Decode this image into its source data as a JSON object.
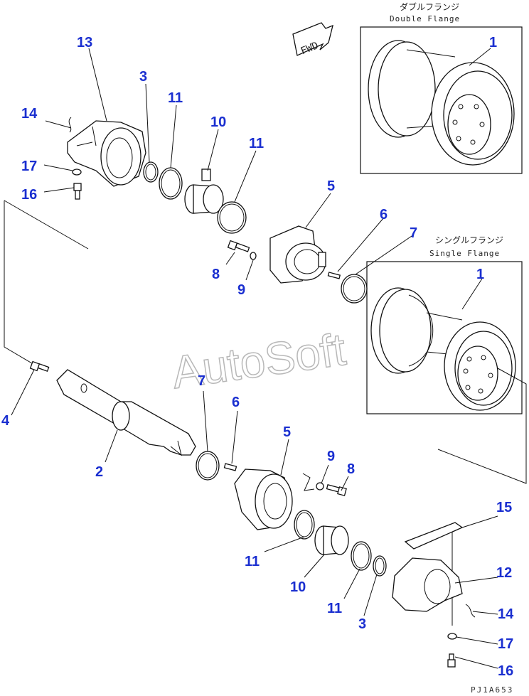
{
  "fwd_label": "FWD",
  "double_flange": {
    "jp": "ダブルフランジ",
    "en": "Double Flange",
    "callout": "1"
  },
  "single_flange": {
    "jp": "シングルフランジ",
    "en": "Single Flange",
    "callout": "1"
  },
  "watermark": "AutoSoft",
  "drawing_code": "PJ1A653",
  "callouts": {
    "c13": "13",
    "c3a": "3",
    "c11a": "11",
    "c10a": "10",
    "c11b": "11",
    "c14a": "14",
    "c17a": "17",
    "c16a": "16",
    "c5a": "5",
    "c6a": "6",
    "c7a": "7",
    "c8a": "8",
    "c9a": "9",
    "c4": "4",
    "c2": "2",
    "c7b": "7",
    "c6b": "6",
    "c5b": "5",
    "c9b": "9",
    "c8b": "8",
    "c15": "15",
    "c12": "12",
    "c11c": "11",
    "c10b": "10",
    "c11d": "11",
    "c3b": "3",
    "c14b": "14",
    "c17b": "17",
    "c16b": "16"
  }
}
